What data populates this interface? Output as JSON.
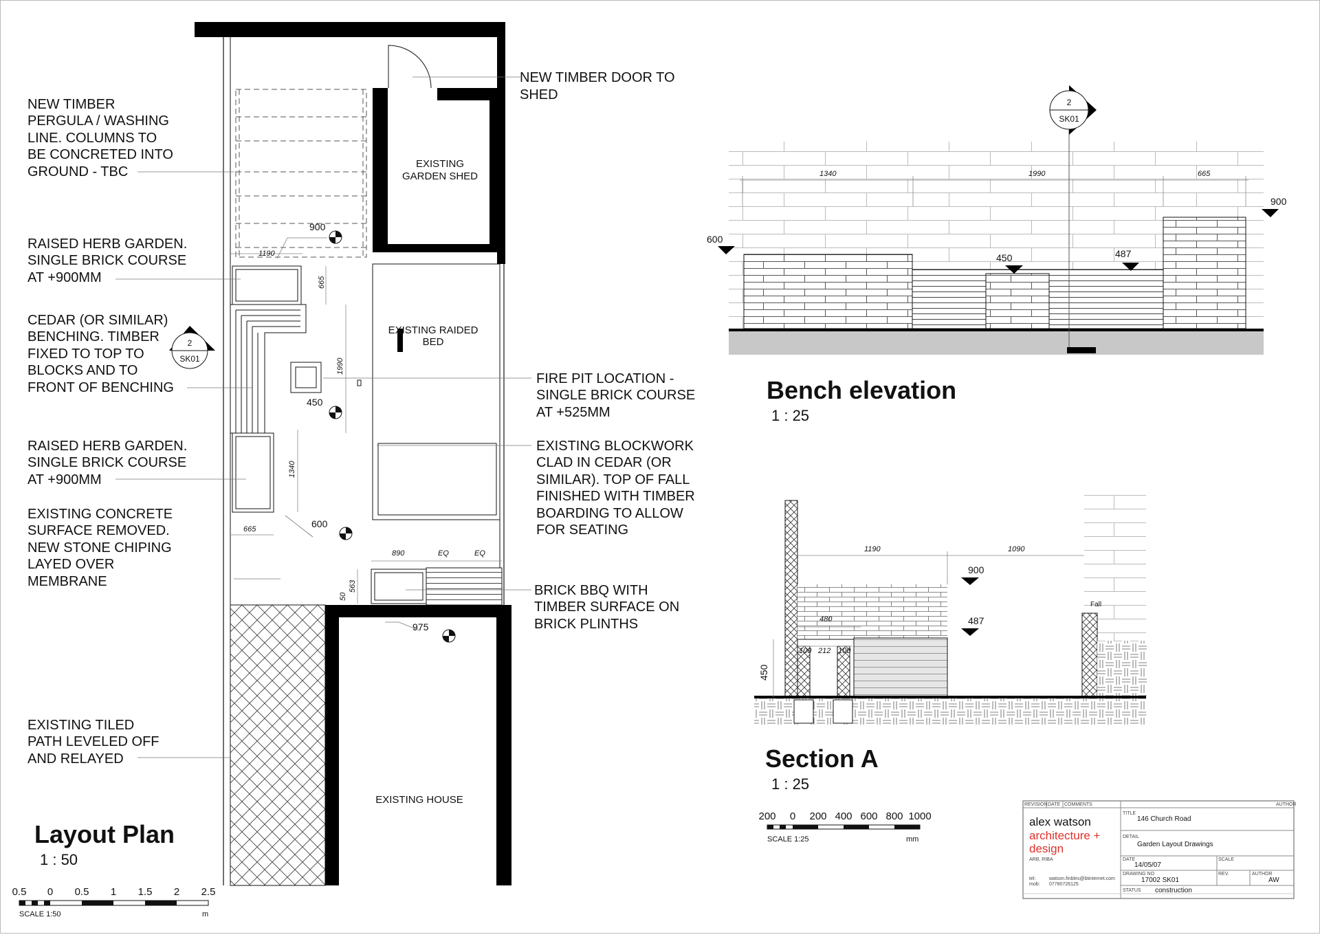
{
  "notes": {
    "door": [
      "NEW TIMBER DOOR TO",
      "SHED"
    ],
    "pergola": [
      "NEW TIMBER",
      "PERGULA / WASHING",
      "LINE. COLUMNS TO",
      "BE CONCRETED INTO",
      "GROUND - TBC"
    ],
    "herb1": [
      "RAISED HERB GARDEN.",
      "SINGLE BRICK COURSE",
      "AT +900MM"
    ],
    "bench": [
      "CEDAR (OR SIMILAR)",
      "BENCHING. TIMBER",
      "FIXED TO TOP TO",
      "BLOCKS AND TO",
      "FRONT OF BENCHING"
    ],
    "herb2": [
      "RAISED HERB GARDEN.",
      "SINGLE BRICK COURSE",
      "AT +900MM"
    ],
    "concrete": [
      "EXISTING CONCRETE",
      "SURFACE REMOVED.",
      "NEW STONE CHIPING",
      "LAYED OVER",
      "MEMBRANE"
    ],
    "path": [
      "EXISTING TILED",
      "PATH LEVELED OFF",
      "AND RELAYED"
    ],
    "firepit": [
      "FIRE PIT LOCATION -",
      "SINGLE BRICK COURSE",
      "AT +525MM"
    ],
    "blockwork": [
      "EXISTING BLOCKWORK",
      "CLAD IN CEDAR (OR",
      "SIMILAR). TOP OF FALL",
      "FINISHED WITH TIMBER",
      "BOARDING  TO ALLOW",
      "FOR SEATING"
    ],
    "bbq": [
      "BRICK BBQ WITH",
      "TIMBER SURFACE ON",
      "BRICK PLINTHS"
    ]
  },
  "plan": {
    "shed": [
      "EXISTING",
      "GARDEN SHED"
    ],
    "raised_bed": [
      "EXISTING RAIDED",
      "BED"
    ],
    "house": "EXISTING HOUSE",
    "section_marker": {
      "number": "2",
      "sheet": "SK01"
    },
    "levels": {
      "herb": "900",
      "firepit": "450",
      "concrete": "600",
      "house": "975"
    },
    "dims": {
      "d1190": "1190",
      "d665a": "665",
      "d1990": "1990",
      "d1340": "1340",
      "d665b": "665",
      "d890": "890",
      "eq1": "EQ",
      "eq2": "EQ",
      "d563": "563",
      "d50": "50"
    },
    "title": "Layout Plan",
    "scale": "1 : 50",
    "scalebar": {
      "ticks": [
        "0.5",
        "0",
        "0.5",
        "1",
        "1.5",
        "2",
        "2.5"
      ],
      "label": "SCALE 1:50",
      "unit": "m"
    }
  },
  "elevation": {
    "title": "Bench elevation",
    "scale": "1 : 25",
    "marker": {
      "number": "2",
      "sheet": "SK01"
    },
    "dims": {
      "d1340": "1340",
      "d1990": "1990",
      "d665": "665"
    },
    "levels": {
      "l600": "600",
      "l450": "450",
      "l487": "487",
      "l900": "900"
    }
  },
  "section": {
    "title": "Section A",
    "scale": "1 : 25",
    "dims": {
      "d1190": "1190",
      "d1090": "1090",
      "d480": "480",
      "d100a": "100",
      "d212": "212",
      "d100b": "100",
      "d450": "450"
    },
    "levels": {
      "l900": "900",
      "l487": "487"
    },
    "fall": "Fall",
    "scalebar": {
      "ticks": [
        "200",
        "0",
        "200",
        "400",
        "600",
        "800",
        "1000"
      ],
      "label": "SCALE 1:25",
      "unit": "mm"
    }
  },
  "titleblock": {
    "headers": {
      "revision": "REVISION",
      "date": "DATE",
      "comments": "COMMENTS",
      "author": "AUTHOR"
    },
    "firm": {
      "name": "alex watson",
      "line2": "architecture +",
      "line3": "design",
      "qual": "ARB, RIBA"
    },
    "contact": {
      "tel_label": "tel:",
      "mob_label": "mob:",
      "email": "watson.finbles@btinternet.com",
      "mob": "07780726125"
    },
    "fields": {
      "title_label": "TITLE",
      "title": "146 Church Road",
      "detail_label": "DETAIL",
      "detail": "Garden Layout Drawings",
      "date_label": "DATE",
      "date": "14/05/07",
      "scale_label": "SCALE",
      "drawing_label": "DRAWING NO",
      "drawing": "17002 SK01",
      "rev_label": "REV.",
      "author_label": "AUTHOR",
      "author": "AW",
      "status_label": "STATUS",
      "status": "construction"
    }
  }
}
